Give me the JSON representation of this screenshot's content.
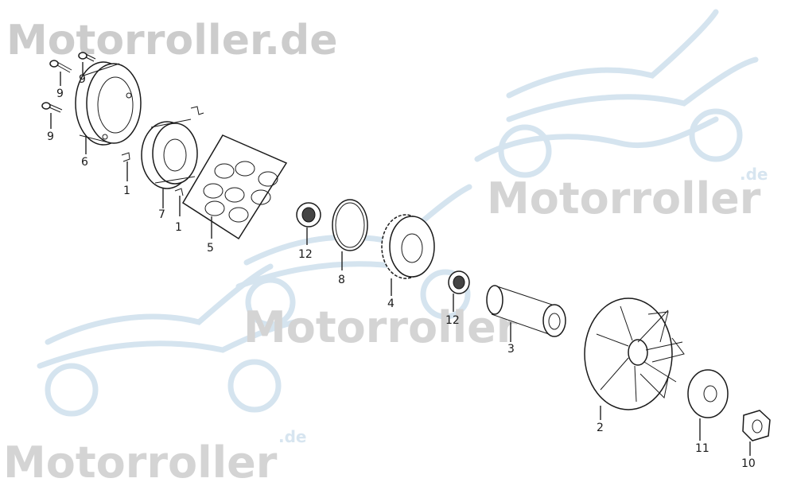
{
  "watermark": {
    "site_text": "Motorroller.de",
    "brand_text": "Motorroller",
    "suffix_text": ".de",
    "color_dark": "#c8c8c8",
    "color_light": "#dce8f2"
  },
  "callouts": {
    "p9a": "9",
    "p9b": "9",
    "p9c": "9",
    "p6": "6",
    "p1a": "1",
    "p7": "7",
    "p1b": "1",
    "p5": "5",
    "p12a": "12",
    "p8": "8",
    "p4": "4",
    "p12b": "12",
    "p3": "3",
    "p2": "2",
    "p11": "11",
    "p10": "10"
  }
}
